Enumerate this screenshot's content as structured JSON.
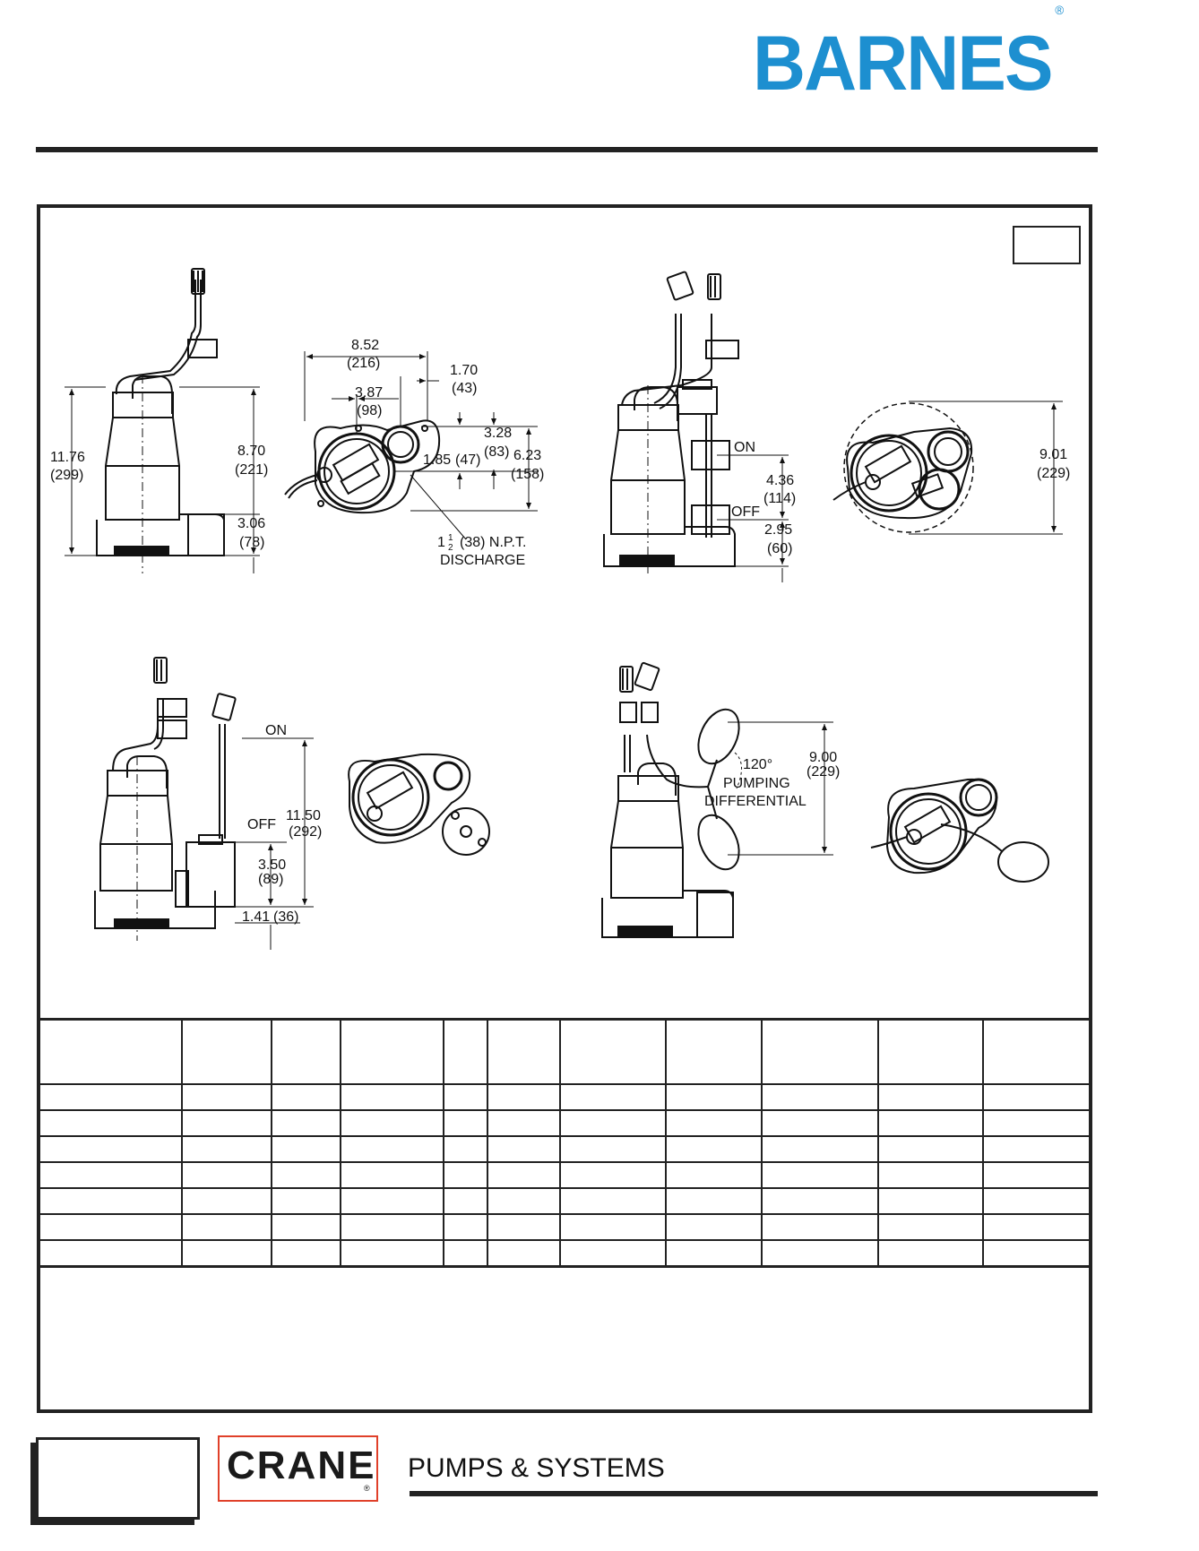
{
  "header": {
    "brand": "BARNES",
    "registered_mark": "®"
  },
  "footer": {
    "logo_text": "CRANE",
    "logo_registered_mark": "®",
    "tagline": "PUMPS & SYSTEMS"
  },
  "drawings": {
    "fig1": {
      "height_overall": "11.76",
      "height_overall_mm": "(299)",
      "height_discharge": "8.70",
      "height_discharge_mm": "(221)",
      "base_height": "3.06",
      "base_height_mm": "(78)"
    },
    "fig1_top": {
      "width": "8.52",
      "width_mm": "(216)",
      "offset_a": "1.70",
      "offset_a_mm": "(43)",
      "offset_b": "3.87",
      "offset_b_mm": "(98)",
      "dim_c": "3.28",
      "dim_c_mm": "(83)",
      "dim_d": "1.85",
      "dim_d_mm": "(47)",
      "depth": "6.23",
      "depth_mm": "(158)",
      "discharge_size": "1",
      "discharge_frac_num": "1",
      "discharge_frac_den": "2",
      "discharge_text": "(38) N.P.T.",
      "discharge_label": "DISCHARGE"
    },
    "fig2": {
      "on_label": "ON",
      "off_label": "OFF",
      "on_height": "4.36",
      "on_height_mm": "(114)",
      "off_height": "2.95",
      "off_height_mm": "(60)"
    },
    "fig2_top": {
      "diameter": "9.01",
      "diameter_mm": "(229)"
    },
    "fig3": {
      "on_label": "ON",
      "off_label": "OFF",
      "on_height": "11.50",
      "on_height_mm": "(292)",
      "off_height": "3.50",
      "off_height_mm": "(89)",
      "offset": "1.41",
      "offset_mm": "(36)"
    },
    "fig4": {
      "angle": "120°",
      "label_1": "PUMPING",
      "label_2": "DIFFERENTIAL",
      "height": "9.00",
      "height_mm": "(229)"
    }
  },
  "table": {
    "column_count": 11,
    "row_count": 7
  }
}
